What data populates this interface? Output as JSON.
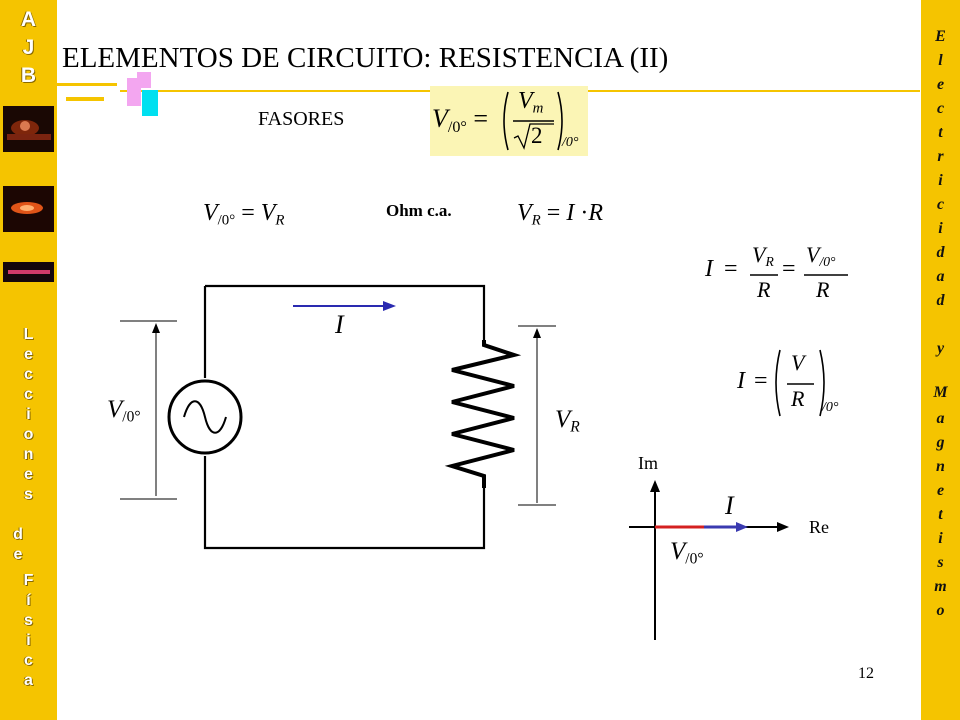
{
  "title": "ELEMENTOS DE CIRCUITO: RESISTENCIA (II)",
  "section_label": "FASORES",
  "ohm_label": "Ohm c.a.",
  "page_number": "12",
  "left_sidebar": {
    "top_letters": [
      "A",
      "J",
      "B"
    ],
    "word1": [
      "L",
      "e",
      "c",
      "c",
      "i",
      "o",
      "n",
      "e",
      "s"
    ],
    "word2": [
      "d",
      "e"
    ],
    "word3": [
      "F",
      "í",
      "s",
      "i",
      "c",
      "a"
    ]
  },
  "right_sidebar": {
    "word1": [
      "E",
      "l",
      "e",
      "c",
      "t",
      "r",
      "i",
      "c",
      "i",
      "d",
      "a",
      "d"
    ],
    "word2": [
      "y"
    ],
    "word3": [
      "M",
      "a",
      "g",
      "n",
      "e",
      "t",
      "i",
      "s",
      "m",
      "o"
    ]
  },
  "formulas": {
    "top_v": "V",
    "top_sub": "/0°",
    "top_vm": "V",
    "top_m": "m",
    "top_sqrt2": "2",
    "eq1_left": "V",
    "eq1_sub": "/0°",
    "eq1_right": "V",
    "eq1_rsub": "R",
    "eq2_left": "V",
    "eq2_lsub": "R",
    "eq2_i": "I",
    "eq2_r": "R",
    "i_eq_left": "I",
    "i_num1": "V",
    "i_num1_sub": "R",
    "i_den1": "R",
    "i_num2": "V",
    "i_num2_sub": "/0°",
    "i_den2": "R",
    "i2_left": "I",
    "i2_num": "V",
    "i2_den": "R",
    "i2_sub": "/0°"
  },
  "circuit": {
    "current_label": "I",
    "source_label": "V",
    "source_sub": "/0°",
    "resistor_label": "V",
    "resistor_sub": "R"
  },
  "phasor": {
    "axis_re": "Re",
    "axis_im": "Im",
    "current_label": "I",
    "voltage_label": "V",
    "voltage_sub": "/0°",
    "voltage_color": "#d42020",
    "current_color": "#3a3ab0"
  },
  "colors": {
    "sidebar": "#f5c400",
    "accent_pink": "#f3a6f0",
    "accent_cyan": "#00e0f0",
    "formula_highlight": "#fbf5b5"
  }
}
